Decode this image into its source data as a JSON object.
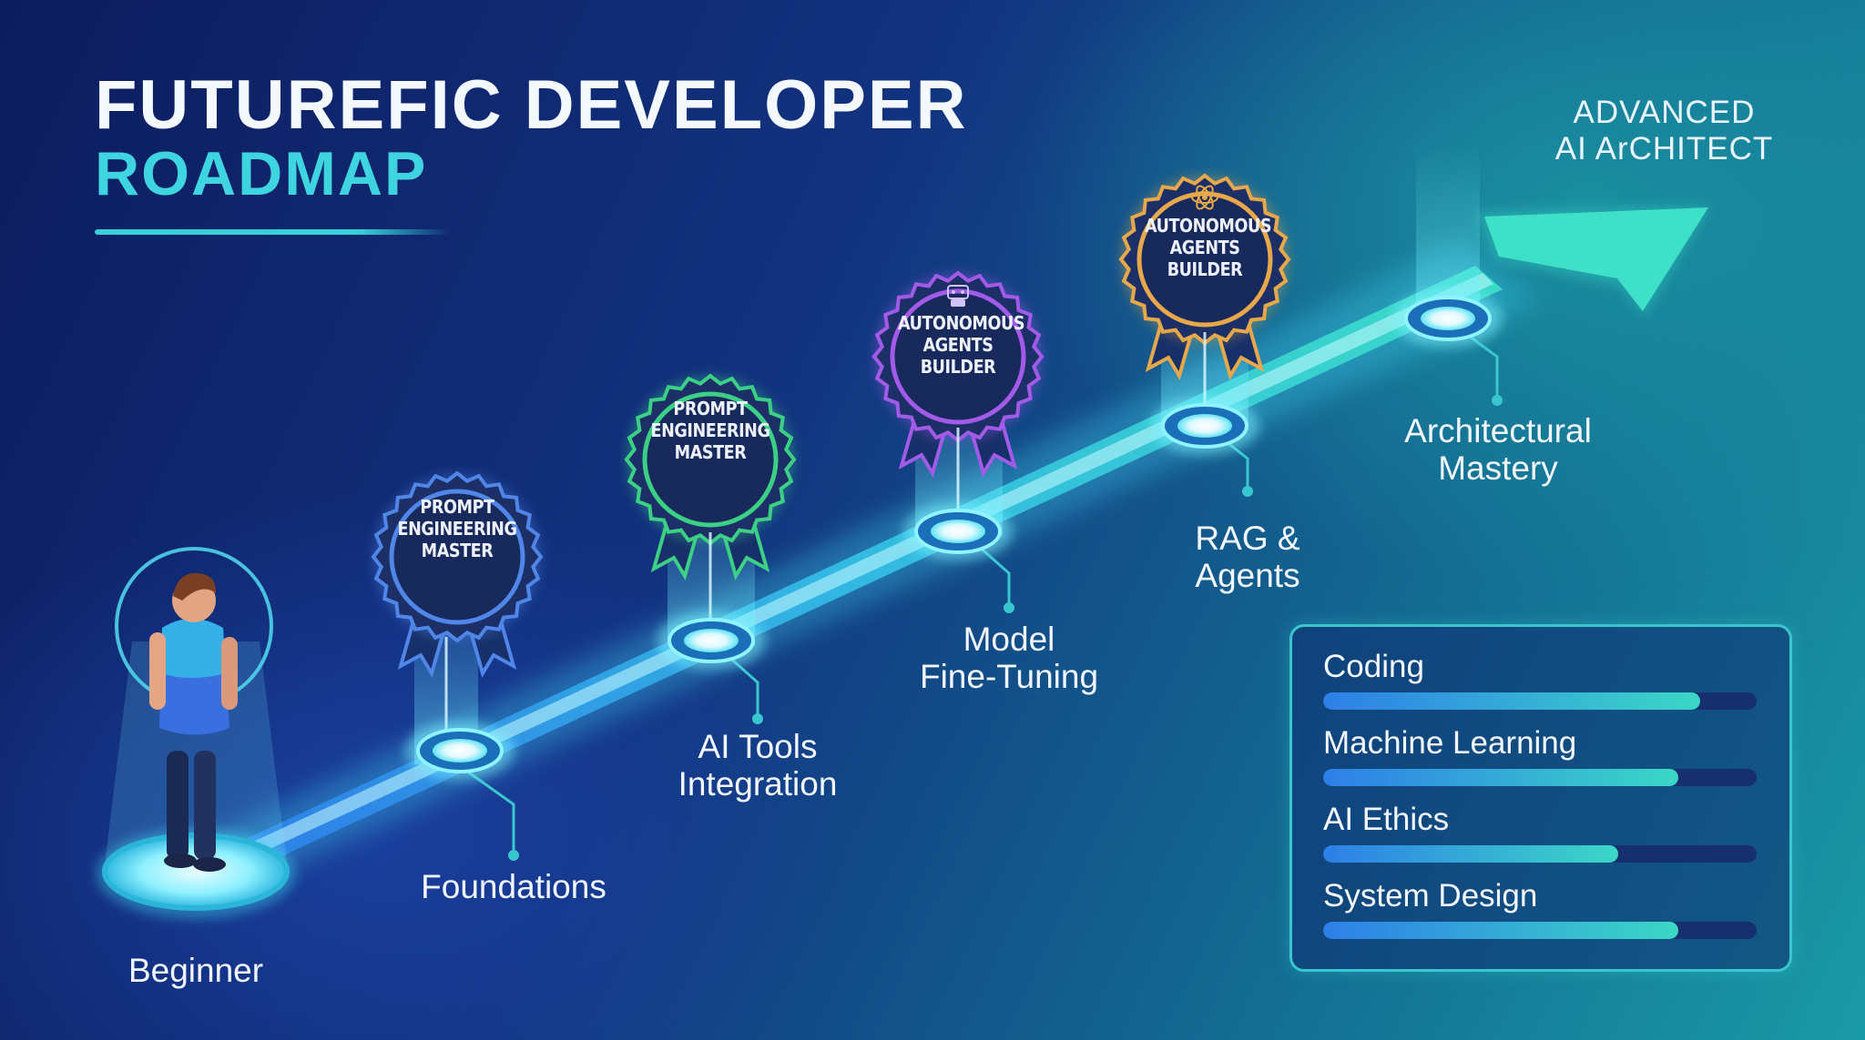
{
  "header": {
    "title_line1": "FUTUREFIC DEVELOPER",
    "title_line2": "ROADMAP"
  },
  "goal": {
    "line1": "ADVANCED",
    "line2": "AI ArCHITECT"
  },
  "start": {
    "label": "Beginner"
  },
  "milestones": [
    {
      "line1": "Foundations",
      "line2": ""
    },
    {
      "line1": "AI Tools",
      "line2": "Integration"
    },
    {
      "line1": "Model",
      "line2": "Fine-Tuning"
    },
    {
      "line1": "RAG &",
      "line2": "Agents"
    },
    {
      "line1": "Architectural",
      "line2": "Mastery"
    }
  ],
  "badges": [
    {
      "lines": [
        "PROMPT",
        "ENGINEERING",
        "MASTER"
      ],
      "color": "#4f86e8",
      "icon": ""
    },
    {
      "lines": [
        "PROMPT",
        "ENGINEERING",
        "MASTER"
      ],
      "color": "#3ccf86",
      "icon": ""
    },
    {
      "lines": [
        "AUTONOMOUS",
        "AGENTS",
        "BUILDER"
      ],
      "color": "#a25be8",
      "icon": "robot-icon"
    },
    {
      "lines": [
        "AUTONOMOUS",
        "AGENTS",
        "BUILDER"
      ],
      "color": "#e6a84a",
      "icon": "atom-icon"
    }
  ],
  "skills": [
    {
      "name": "Coding",
      "level": 0.87
    },
    {
      "name": "Machine Learning",
      "level": 0.82
    },
    {
      "name": "AI Ethics",
      "level": 0.68
    },
    {
      "name": "System Design",
      "level": 0.82
    }
  ],
  "colors": {
    "path_glow": "#39d9e6",
    "accent": "#3fd5e0",
    "arrow_head": "#3ee0c8"
  }
}
